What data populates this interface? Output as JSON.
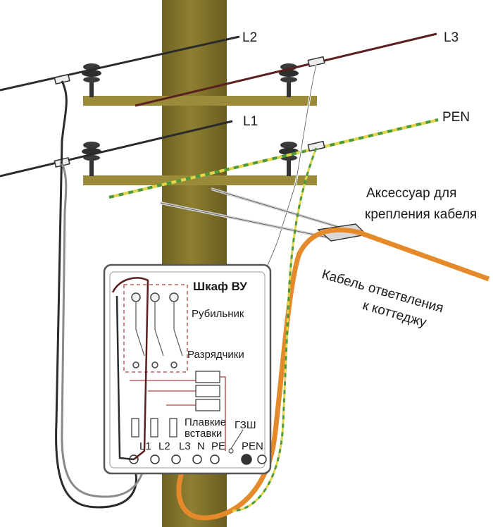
{
  "wires": {
    "l2": "L2",
    "l3": "L3",
    "l1": "L1",
    "pen": "PEN"
  },
  "accessory": {
    "line1": "Аксессуар для",
    "line2": "крепления кабеля"
  },
  "cable": {
    "line1": "Кабель ответвления",
    "line2": "к коттеджу"
  },
  "cabinet": {
    "title": "Шкаф ВУ",
    "switch": "Рубильник",
    "arresters": "Разрядчики",
    "fuses_line1": "Плавкие",
    "fuses_line2": "вставки",
    "gzsh": "ГЗШ",
    "terminals": [
      "L1",
      "L2",
      "L3",
      "N",
      "PE",
      "PEN"
    ]
  },
  "colors": {
    "pole": "#8a7a2c",
    "pole_dark": "#6e6022",
    "crossarm": "#9a8a3a",
    "wire_black": "#2b2b2b",
    "wire_brown": "#5a2020",
    "wire_pen_green": "#4c9a3a",
    "wire_pen_yellow": "#e2d54a",
    "cable_orange": "#e58a2a",
    "cabinet_border": "#555555"
  }
}
